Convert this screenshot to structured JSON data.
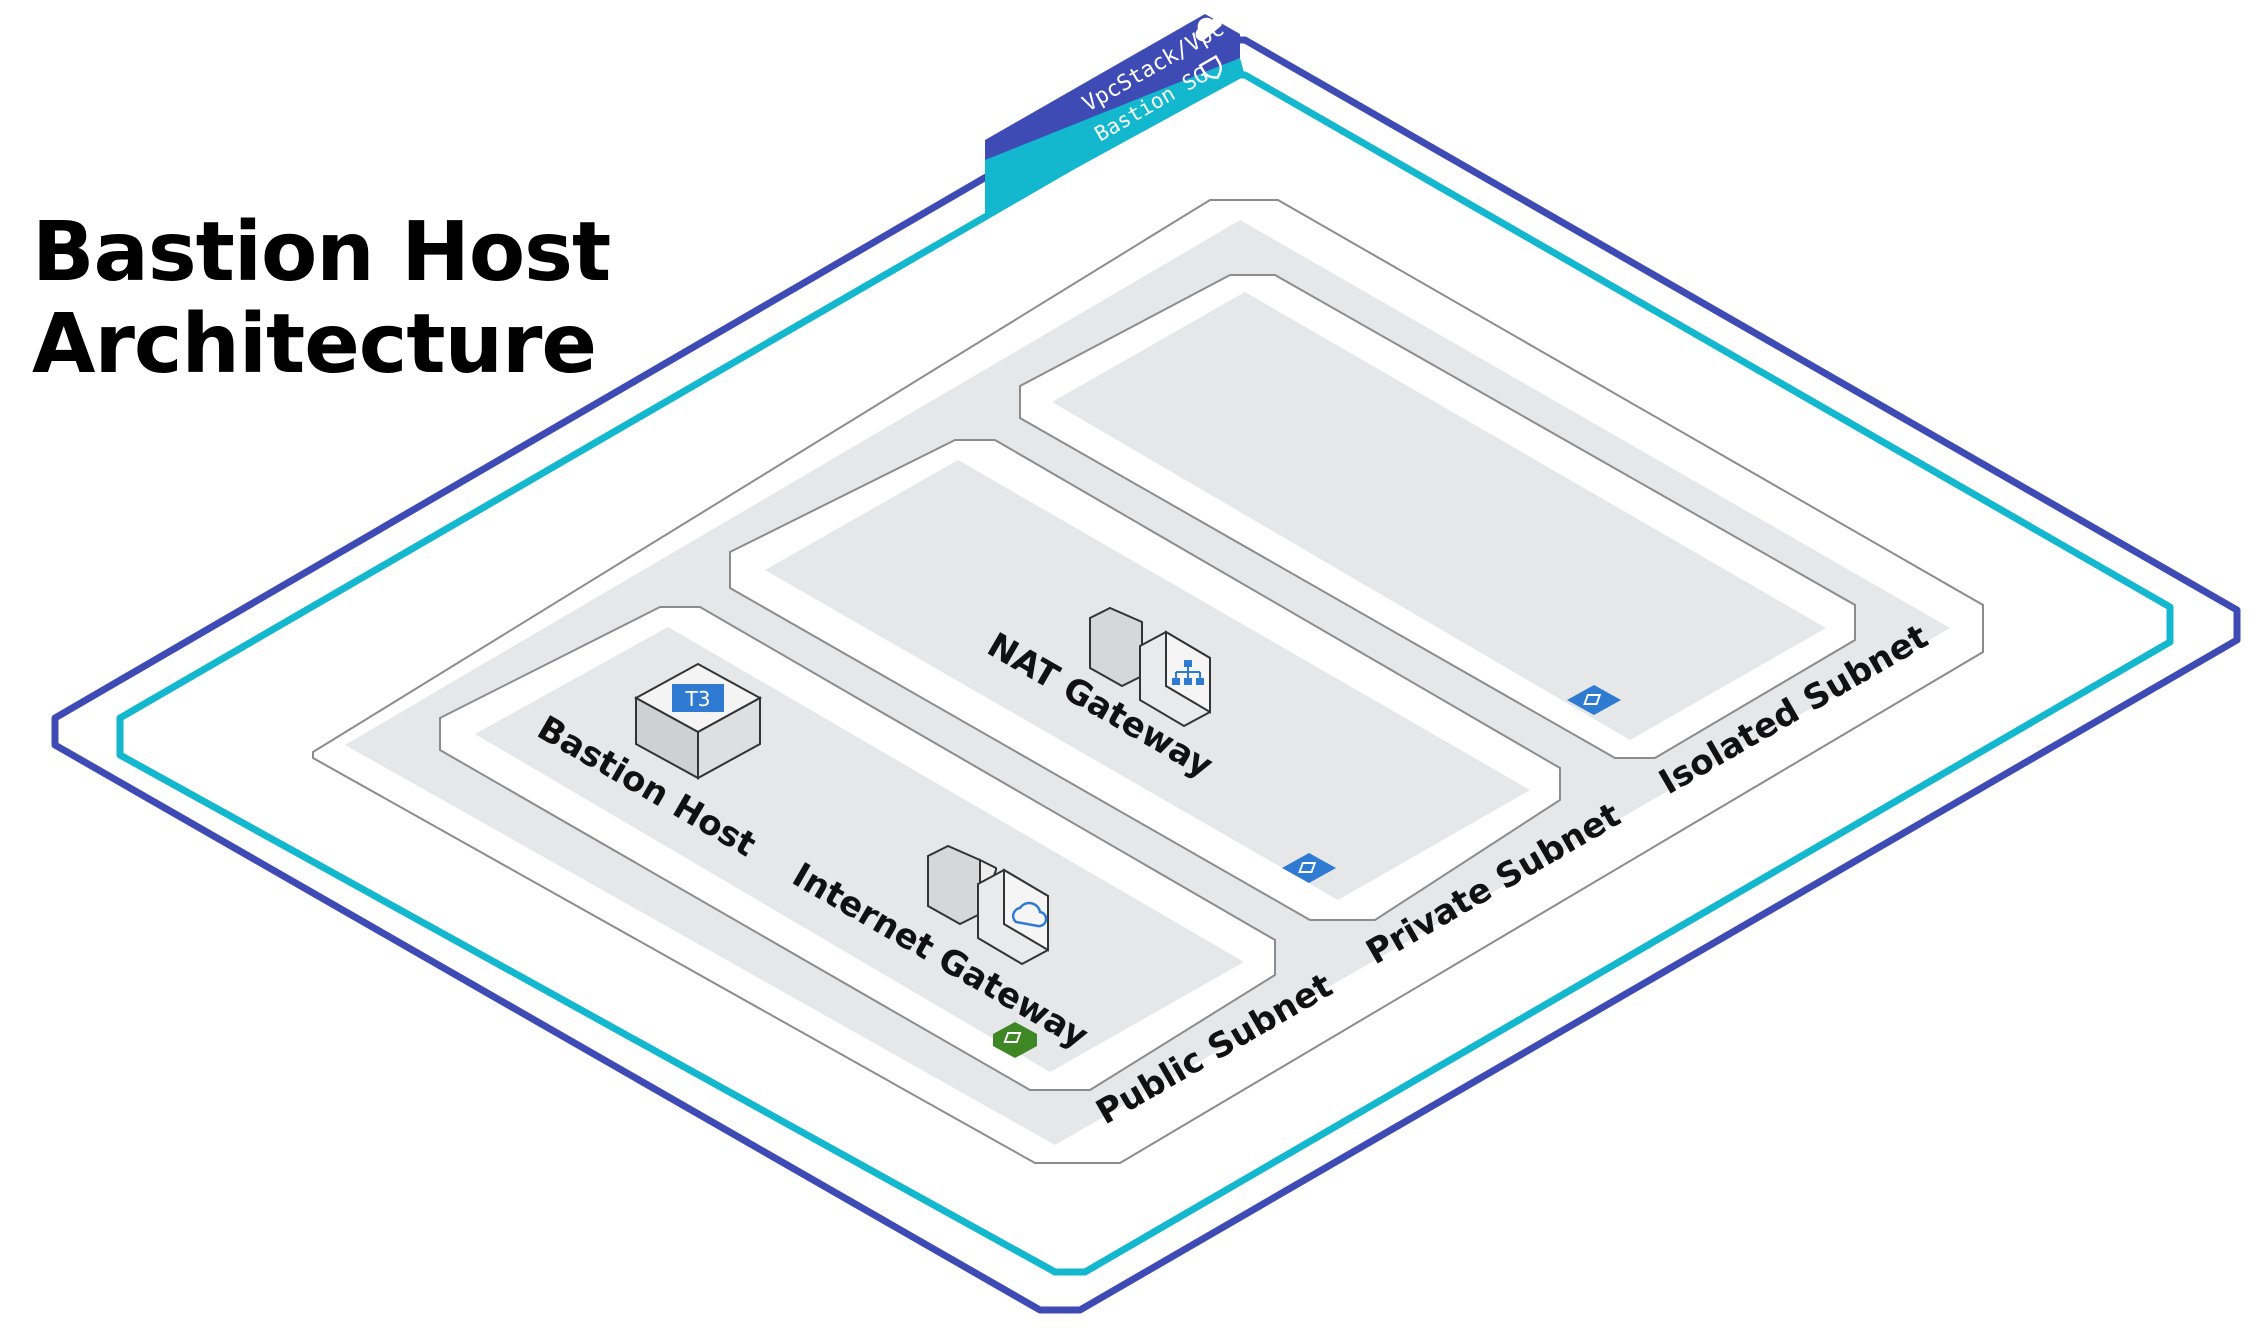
{
  "title": {
    "line1": "Bastion Host",
    "line2": "Architecture"
  },
  "vpc": {
    "label": "VpcStack/Vpc",
    "color": "#3f4bb5",
    "icon": "cloud-icon"
  },
  "security_group": {
    "label": "Bastion SG",
    "color": "#13b8cf",
    "icon": "shield-icon"
  },
  "subnets": {
    "public": {
      "label": "Public Subnet",
      "badge_color": "#3f8624",
      "badge_icon": "lock-icon"
    },
    "private": {
      "label": "Private Subnet",
      "badge_color": "#2f7bd2",
      "badge_icon": "lock-icon"
    },
    "isolated": {
      "label": "Isolated Subnet",
      "badge_color": "#2f7bd2",
      "badge_icon": "lock-icon"
    }
  },
  "resources": {
    "bastion_host": {
      "label": "Bastion Host",
      "badge": "T3",
      "icon": "ec2-instance-icon"
    },
    "internet_gateway": {
      "label": "Internet Gateway",
      "icon": "internet-gateway-icon"
    },
    "nat_gateway": {
      "label": "NAT Gateway",
      "icon": "nat-gateway-icon"
    }
  },
  "colors": {
    "subnet_fill": "#e6e7e9",
    "outline": "#8c8c8c",
    "aws_blue": "#2f7bd2"
  }
}
